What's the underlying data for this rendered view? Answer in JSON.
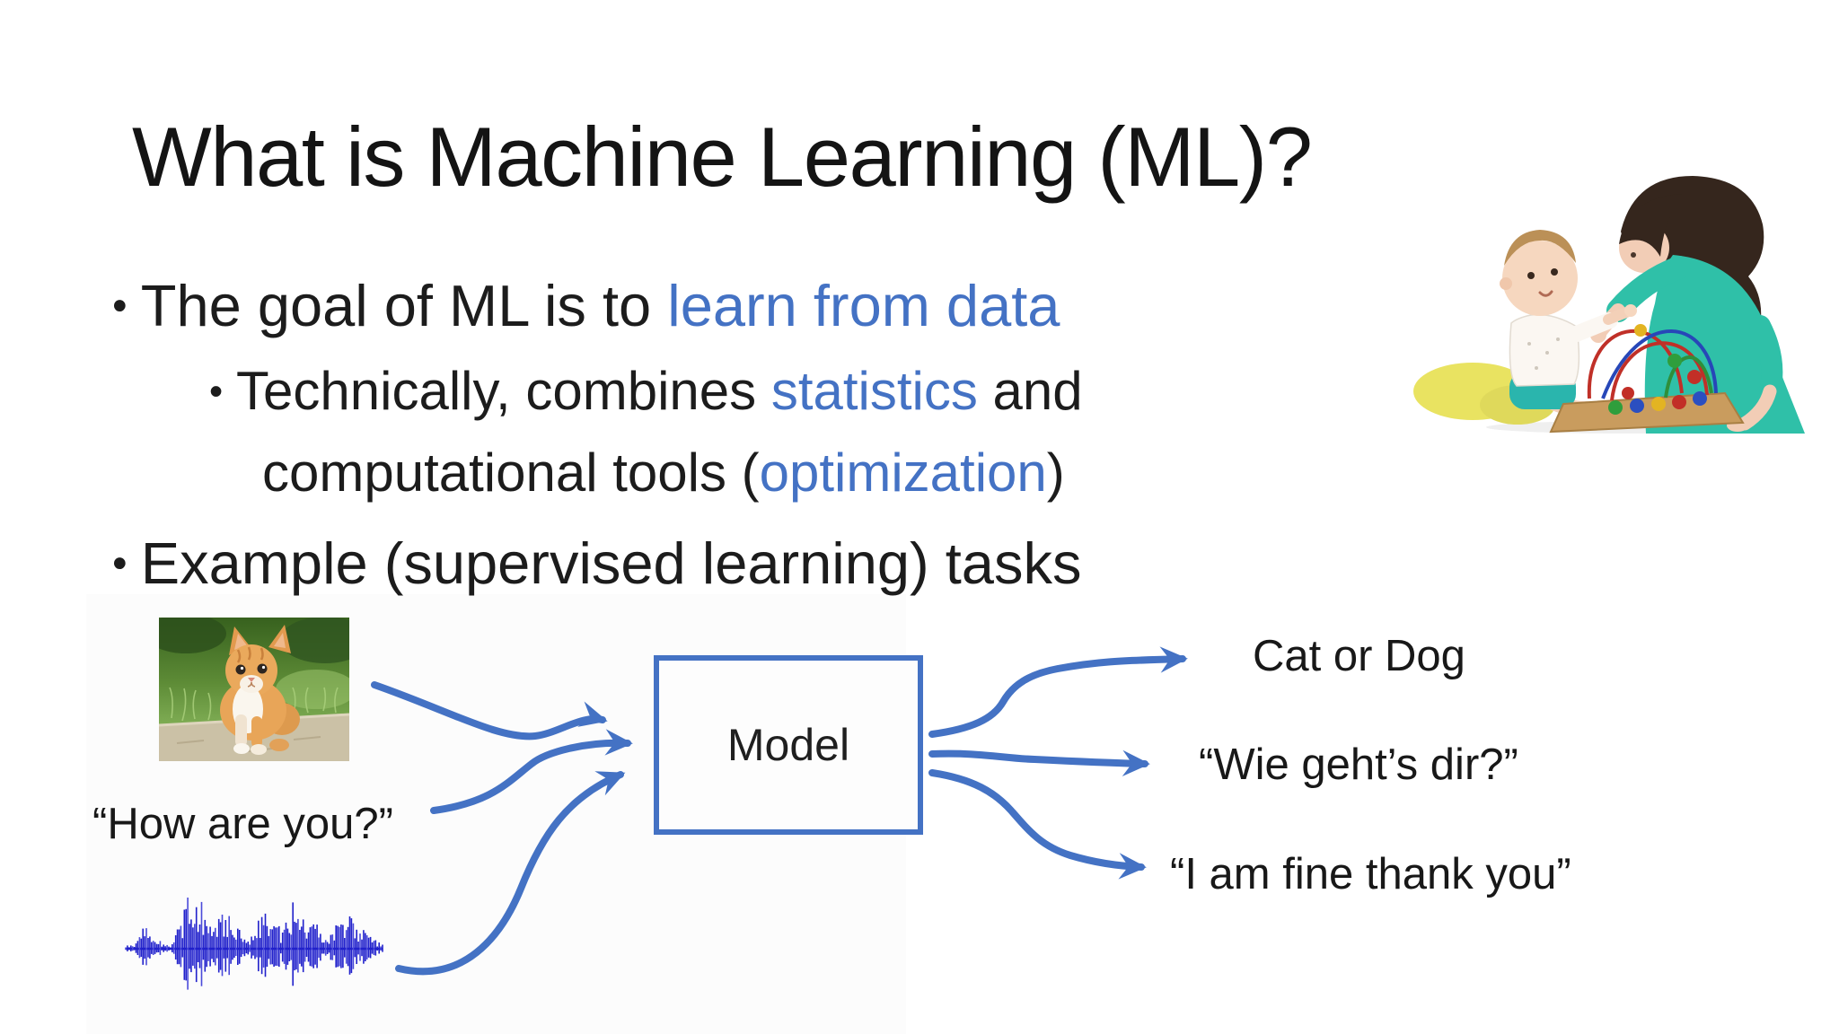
{
  "slide": {
    "title": "What is Machine Learning (ML)?",
    "bullet_char": "•",
    "bullets": {
      "b1_pre": "The goal of ML is to ",
      "b1_hl": "learn from data",
      "sub_pre": "Technically, combines ",
      "sub_hl1": "statistics",
      "sub_mid": " and",
      "sub2_pre": "computational tools (",
      "sub_hl2": "optimization",
      "sub2_post": ")",
      "b2": "Example (supervised learning) tasks"
    }
  },
  "diagram": {
    "model_label": "Model",
    "speech_input": "“How are you?”",
    "output_top": "Cat or Dog",
    "output_mid": "“Wie geht’s dir?”",
    "output_bottom": "“I am fine thank you”"
  },
  "images": {
    "cat": "kitten-photo",
    "baby": "baby-and-mother-playing-photo",
    "waveform": "speech-waveform"
  },
  "colors": {
    "accent_blue": "#4472C4",
    "waveform_blue": "#2121CB",
    "text_black": "#1b1b1b"
  },
  "waveform": {
    "envelope": [
      0.05,
      0.07,
      0.52,
      0.22,
      0.1,
      0.05,
      0.55,
      0.95,
      0.85,
      0.8,
      0.74,
      0.6,
      0.45,
      0.15,
      0.32,
      0.9,
      0.5,
      0.33,
      0.82,
      0.7,
      0.52,
      0.4,
      0.12,
      0.5,
      0.66,
      0.44,
      0.3,
      0.16,
      0.08
    ]
  }
}
